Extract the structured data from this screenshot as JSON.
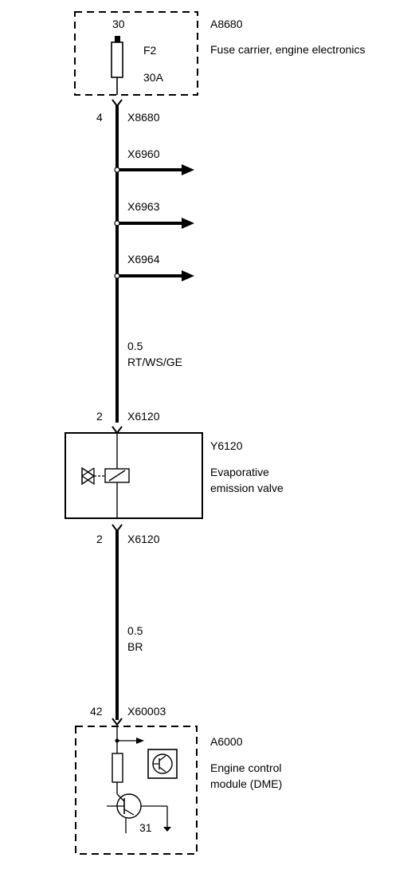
{
  "fuse_carrier": {
    "id": "A8680",
    "description": "Fuse carrier, engine electronics",
    "terminal": "30",
    "fuse_name": "F2",
    "fuse_rating": "30A",
    "pin": "4",
    "connector": "X8680"
  },
  "branches": [
    {
      "connector": "X6960"
    },
    {
      "connector": "X6963"
    },
    {
      "connector": "X6964"
    }
  ],
  "wire_upper": {
    "gauge": "0.5",
    "color": "RT/WS/GE"
  },
  "valve": {
    "id": "Y6120",
    "description_line1": "Evaporative",
    "description_line2": "emission valve",
    "pin_in": "2",
    "connector_in": "X6120",
    "pin_out": "2",
    "connector_out": "X6120"
  },
  "wire_lower": {
    "gauge": "0.5",
    "color": "BR"
  },
  "ecm": {
    "pin": "42",
    "connector": "X60003",
    "id": "A6000",
    "description_line1": "Engine control",
    "description_line2": "module (DME)",
    "ground_terminal": "31"
  }
}
